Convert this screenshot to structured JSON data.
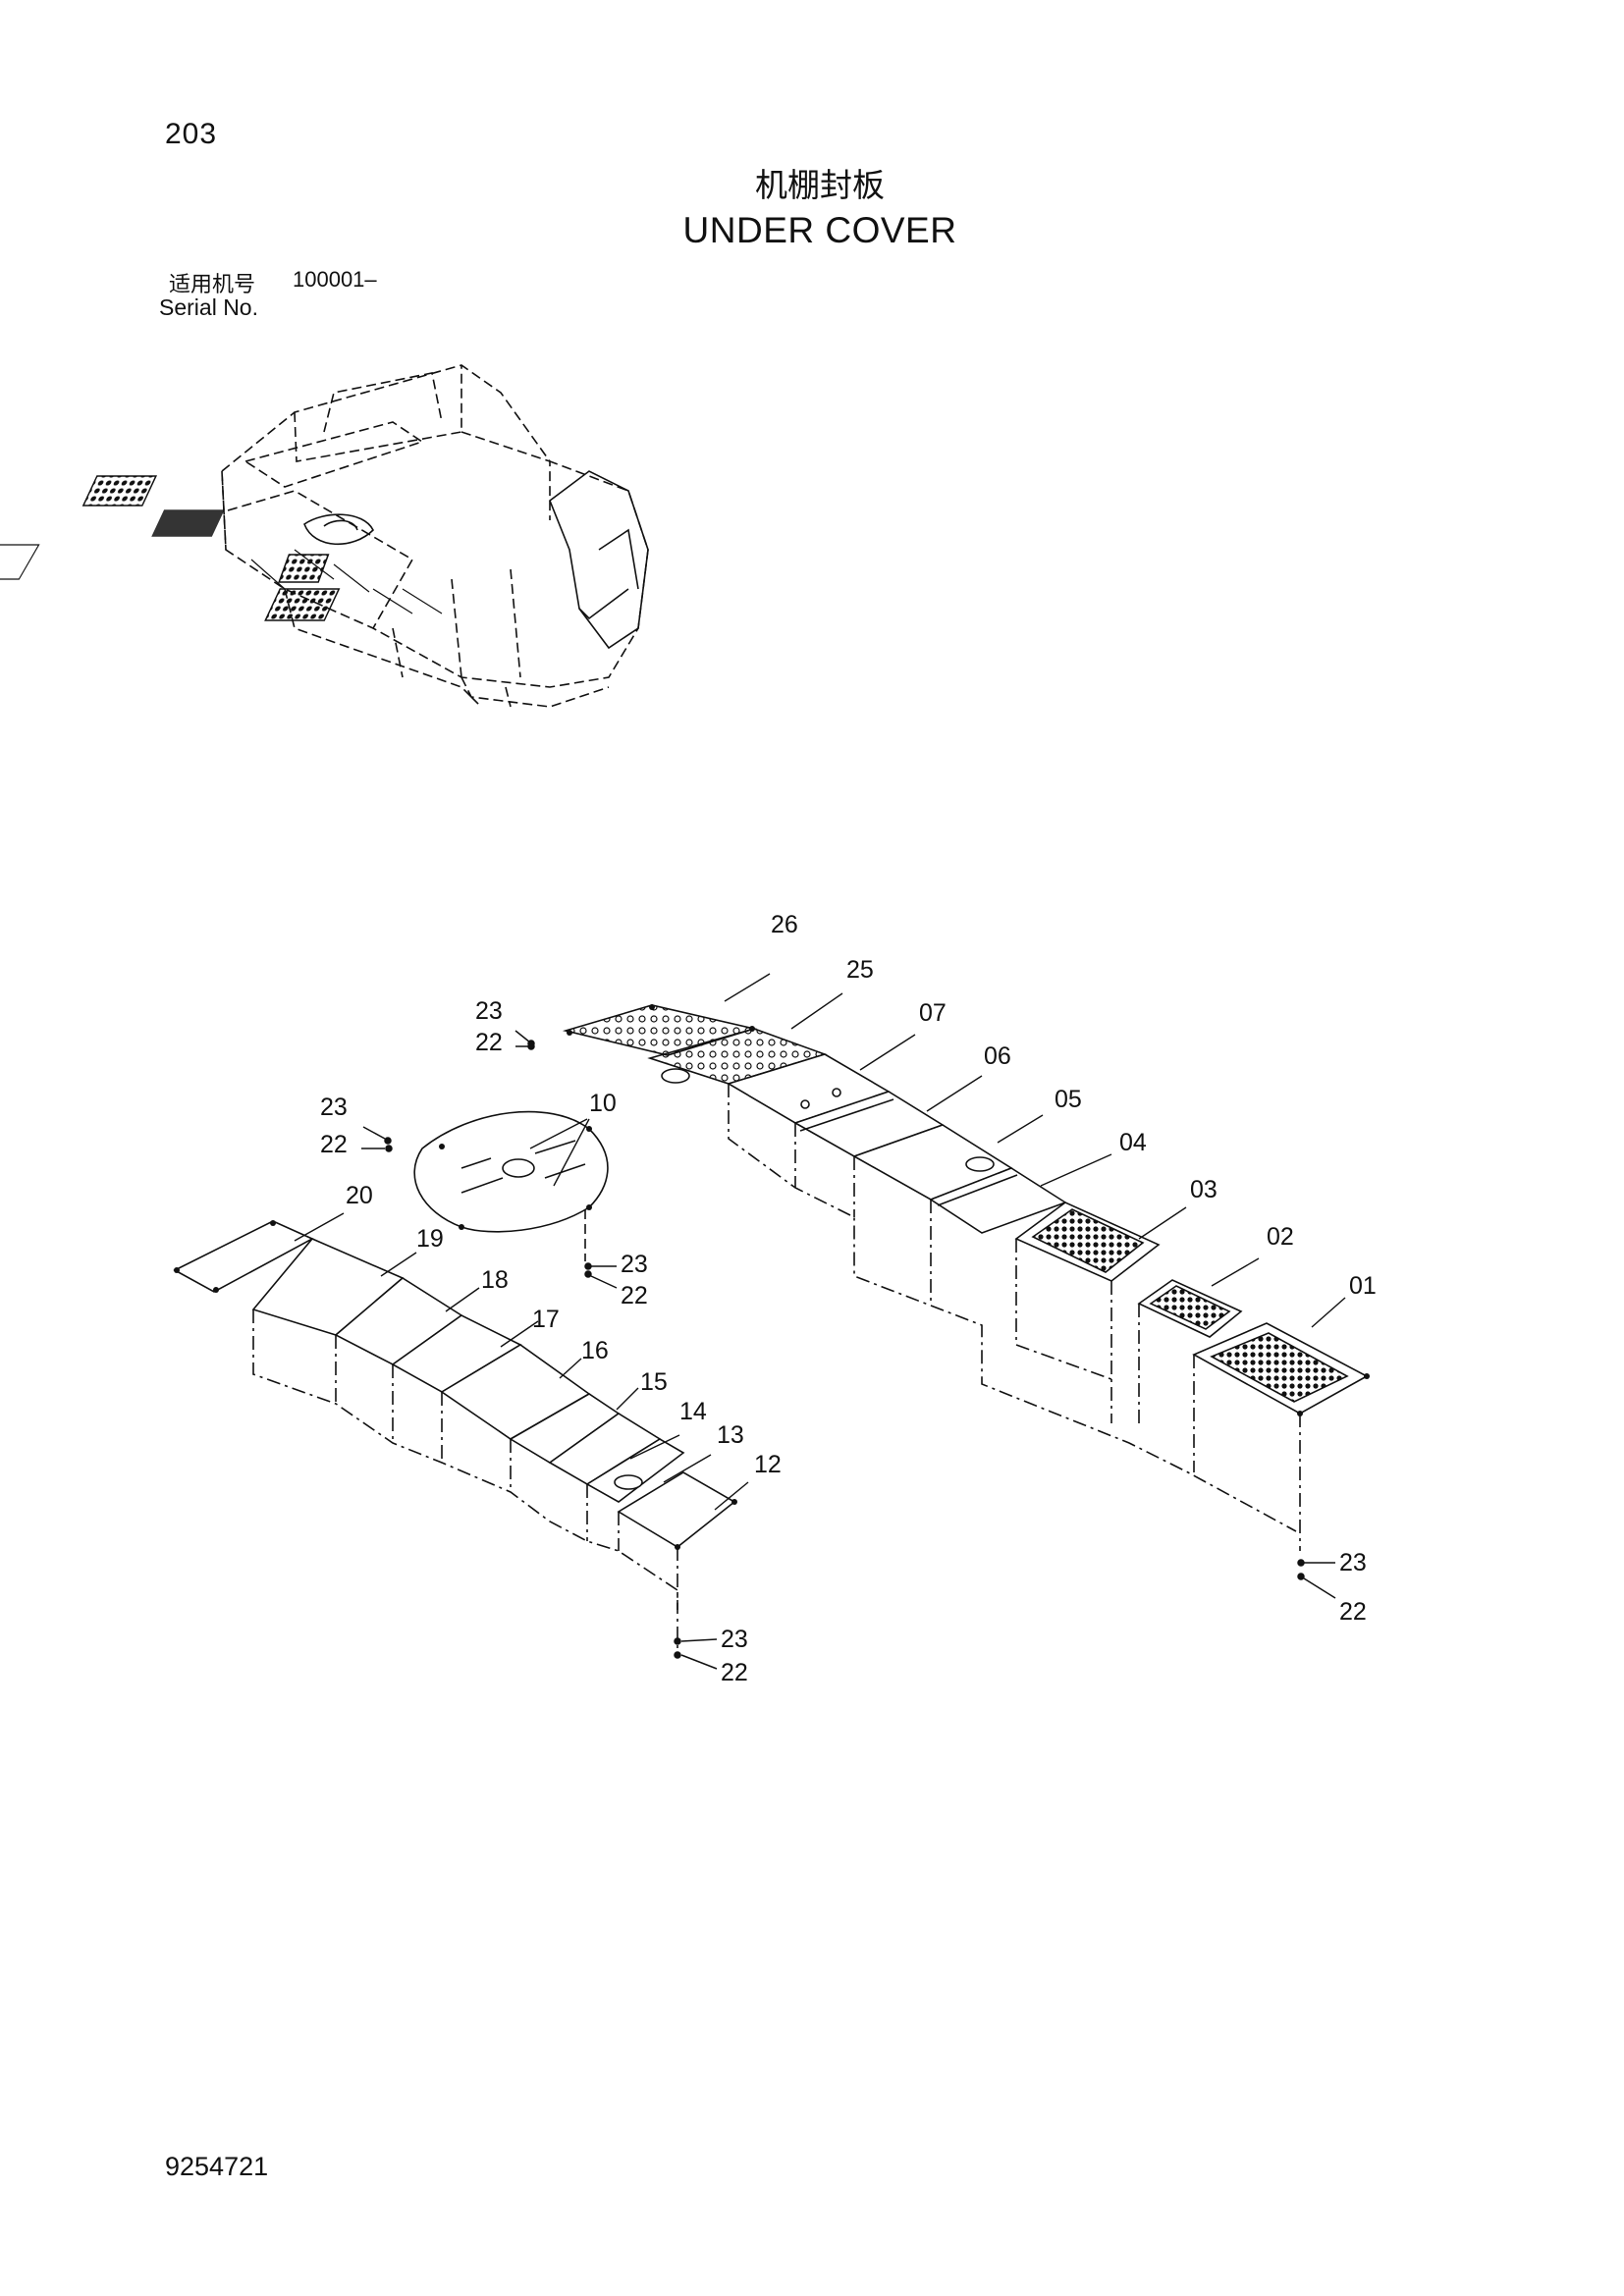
{
  "header": {
    "page_number": "203",
    "title_cn": "机棚封板",
    "title_en": "UNDER COVER",
    "serial_label_cn": "适用机号",
    "serial_range": "100001–",
    "serial_label_en": "Serial No."
  },
  "footer": {
    "document_number": "9254721"
  },
  "callouts": {
    "c01": "01",
    "c02": "02",
    "c03": "03",
    "c04": "04",
    "c05": "05",
    "c06": "06",
    "c07": "07",
    "c10": "10",
    "c12": "12",
    "c13": "13",
    "c14": "14",
    "c15": "15",
    "c16": "16",
    "c17": "17",
    "c18": "18",
    "c19": "19",
    "c20": "20",
    "c25": "25",
    "c26": "26",
    "c22": "22",
    "c23": "23"
  },
  "colors": {
    "line": "#111111",
    "background": "#ffffff"
  }
}
